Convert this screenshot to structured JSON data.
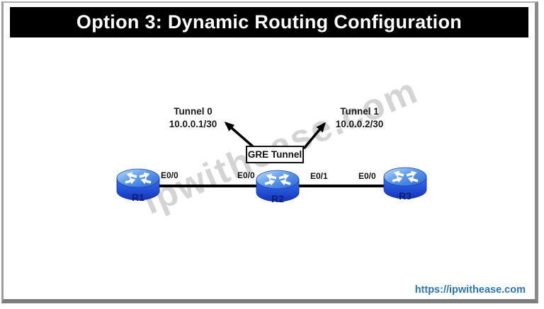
{
  "title": "Option 3: Dynamic Routing Configuration",
  "watermark": "ipwithease.com",
  "footer": {
    "url_text": "https://ipwithease.com"
  },
  "colors": {
    "header_bg": "#000000",
    "header_text": "#ffffff",
    "router_blue": "#2a60da",
    "router_label": "#0b1e78",
    "link_line": "#000000",
    "url_blue": "#2e75b6",
    "watermark_gray": "#d2d2d2"
  },
  "tunnels": {
    "gre_box_label": "GRE Tunnel",
    "tunnel0": {
      "name": "Tunnel 0",
      "ip": "10.0.0.1/30"
    },
    "tunnel1": {
      "name": "Tunnel 1",
      "ip": "10.0.0.2/30"
    }
  },
  "routers": [
    {
      "name": "R1"
    },
    {
      "name": "R2"
    },
    {
      "name": "R3"
    }
  ],
  "interfaces": {
    "r1_e00": "E0/0",
    "r2_e00": "E0/0",
    "r2_e01": "E0/1",
    "r3_e00": "E0/0"
  }
}
